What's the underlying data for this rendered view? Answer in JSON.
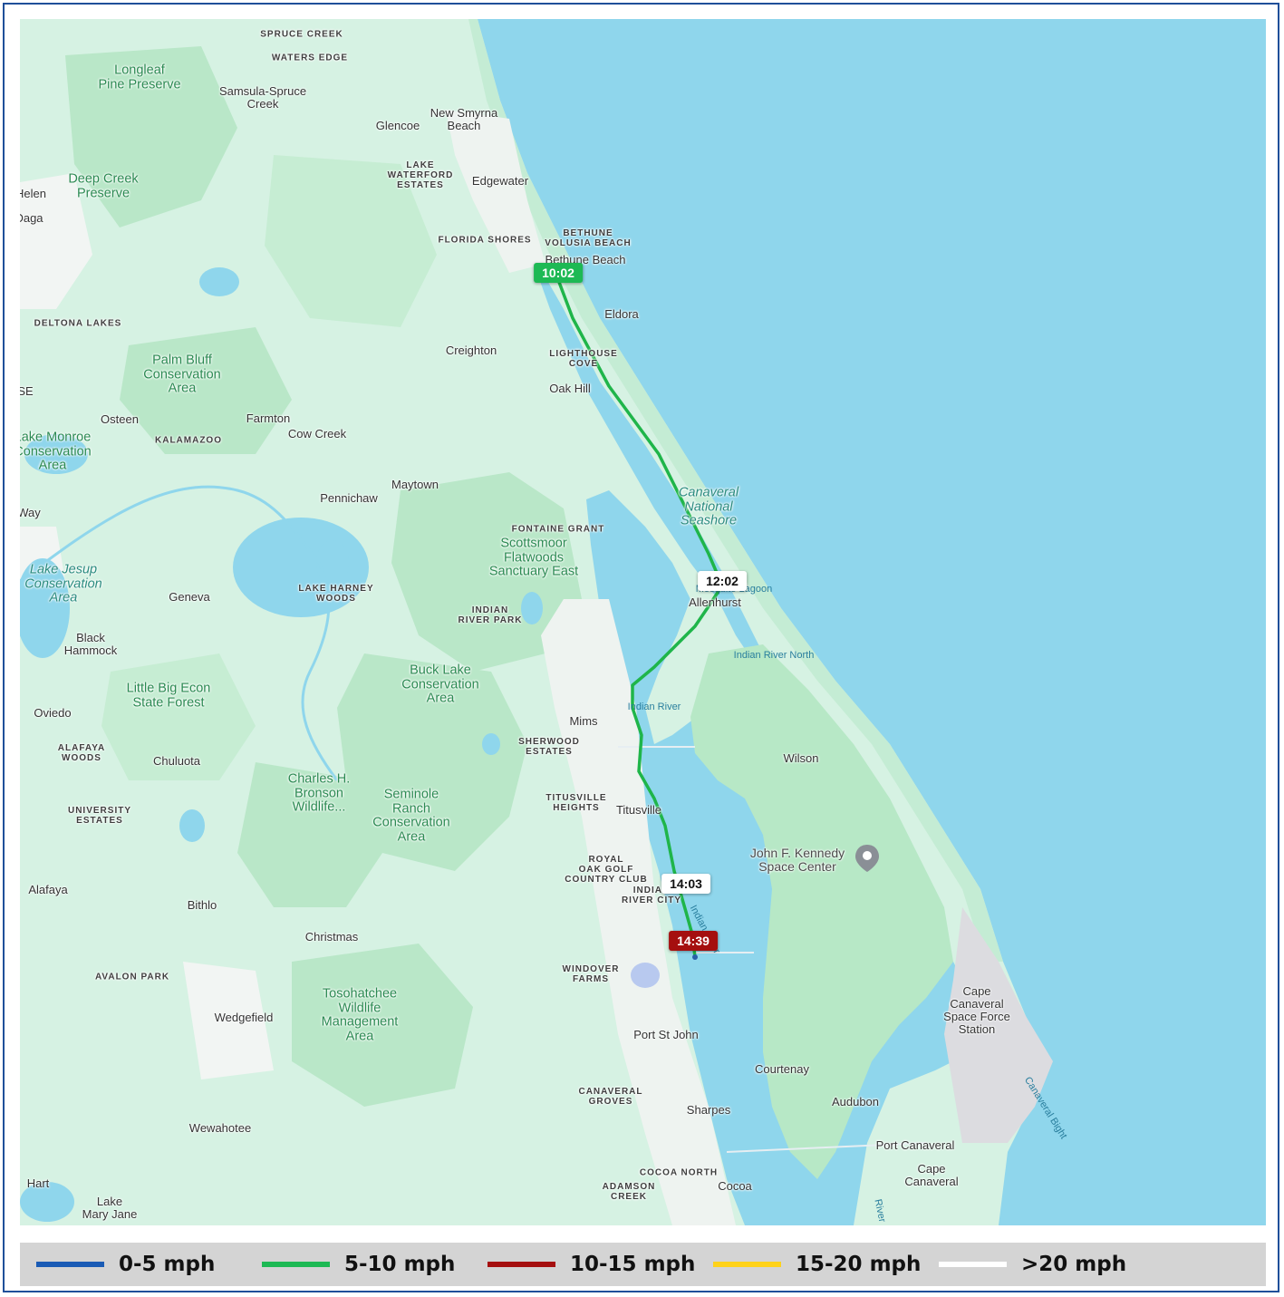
{
  "map": {
    "time_markers": [
      {
        "label": "10:02",
        "bg": "#1db954",
        "fg": "#ffffff"
      },
      {
        "label": "12:02",
        "bg": "#ffffff",
        "fg": "#111111"
      },
      {
        "label": "14:03",
        "bg": "#ffffff",
        "fg": "#111111"
      },
      {
        "label": "14:39",
        "bg": "#a50f0f",
        "fg": "#ffffff"
      }
    ],
    "route_color": "#1fb54a",
    "poi_icon": "map-pin-icon",
    "labels": [
      "SPRUCE CREEK",
      "WATERS EDGE",
      "Longleaf\nPine Preserve",
      "Samsula-Spruce\nCreek",
      "New Smyrna\nBeach",
      "Glencoe",
      "LAKE\nWATERFORD\nESTATES",
      "Edgewater",
      "Deep Creek\nPreserve",
      "Helen",
      "Daga",
      "FLORIDA SHORES",
      "BETHUNE\nVOLUSIA BEACH",
      "Bethune Beach",
      "Eldora",
      "DELTONA LAKES",
      "Creighton",
      "LIGHTHOUSE\nCOVE",
      "Palm Bluff\nConservation\nArea",
      "Oak Hill",
      "SE",
      "Osteen",
      "Farmton",
      "Cow Creek",
      "KALAMAZOO",
      "Lake Monroe\nConservation\nArea",
      "Maytown",
      "Pennichaw",
      "Canaveral\nNational\nSeashore",
      "Way",
      "FONTAINE GRANT",
      "Scottsmoor\nFlatwoods\nSanctuary East",
      "Lake Jesup\nConservation\nArea",
      "Geneva",
      "LAKE HARNEY\nWOODS",
      "Allenhurst",
      "INDIAN\nRIVER PARK",
      "Black\nHammock",
      "Buck Lake\nConservation\nArea",
      "Little Big Econ\nState Forest",
      "Oviedo",
      "Mims",
      "ALAFAYA\nWOODS",
      "Chuluota",
      "SHERWOOD\nESTATES",
      "Wilson",
      "Charles H.\nBronson\nWildlife...",
      "Seminole\nRanch\nConservation\nArea",
      "UNIVERSITY\nESTATES",
      "TITUSVILLE\nHEIGHTS",
      "Titusville",
      "John F. Kennedy\nSpace Center",
      "ROYAL\nOAK GOLF\nCOUNTRY CLUB",
      "INDIAN\nRIVER CITY",
      "Alafaya",
      "Bithlo",
      "Christmas",
      "AVALON PARK",
      "WINDOVER\nFARMS",
      "Tosohatchee\nWildlife\nManagement\nArea",
      "Cape\nCanaveral\nSpace Force\nStation",
      "Wedgefield",
      "Port St John",
      "Courtenay",
      "CANAVERAL\nGROVES",
      "Sharpes",
      "Audubon",
      "Wewahotee",
      "Port Canaveral",
      "Cape\nCanaveral",
      "COCOA NORTH",
      "Hart",
      "ADAMSON\nCREEK",
      "Cocoa",
      "Lake\nMary Jane",
      "Mosquito Lagoon",
      "Indian River North",
      "Indian River",
      "Indian River",
      "Canaveral Bight",
      "River"
    ]
  },
  "legend": {
    "items": [
      {
        "label": "0-5 mph",
        "color": "#1a5bb5"
      },
      {
        "label": "5-10 mph",
        "color": "#1db954"
      },
      {
        "label": "10-15 mph",
        "color": "#a50f0f"
      },
      {
        "label": "15-20 mph",
        "color": "#ffd21a"
      },
      {
        "label": ">20 mph",
        "color": "#ffffff"
      }
    ]
  }
}
